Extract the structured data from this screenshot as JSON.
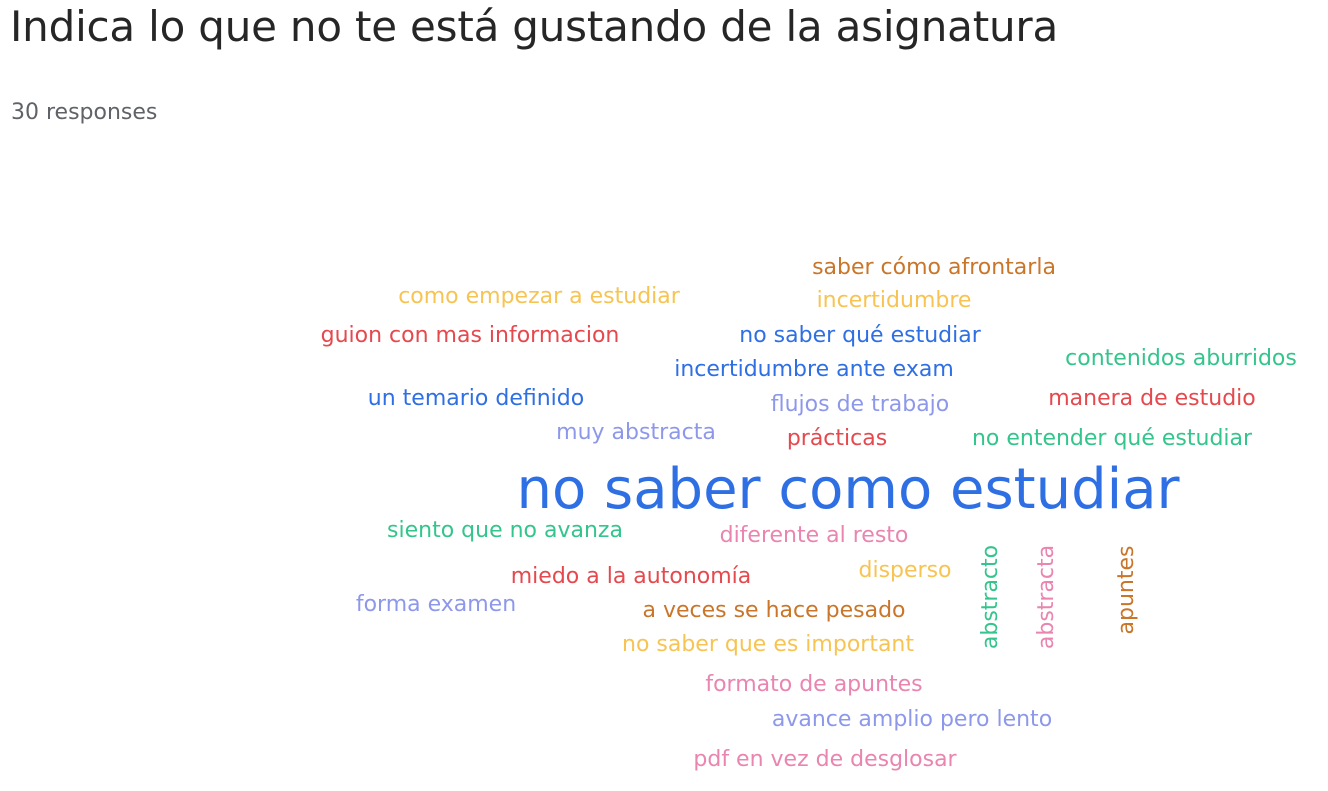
{
  "header": {
    "title": "Indica lo que no te está gustando de la asignatura",
    "responses": "30 responses"
  },
  "colors": {
    "orange": "#c9762a",
    "yellow": "#f7c453",
    "red": "#e5484d",
    "blue": "#2f6fe4",
    "green": "#34c58c",
    "lavender": "#8e98ea",
    "pink": "#e985b0"
  },
  "word_cloud": {
    "words": [
      {
        "text": "saber cómo afrontarla",
        "color": "orange",
        "weight": 2
      },
      {
        "text": "como empezar a estudiar",
        "color": "yellow",
        "weight": 2
      },
      {
        "text": "incertidumbre",
        "color": "yellow",
        "weight": 2
      },
      {
        "text": "guion con mas informacion",
        "color": "red",
        "weight": 2
      },
      {
        "text": "no saber qué estudiar",
        "color": "blue",
        "weight": 2
      },
      {
        "text": "contenidos aburridos",
        "color": "green",
        "weight": 2
      },
      {
        "text": "incertidumbre ante exam",
        "color": "blue",
        "weight": 2
      },
      {
        "text": "un temario definido",
        "color": "blue",
        "weight": 2
      },
      {
        "text": "flujos de trabajo",
        "color": "lavender",
        "weight": 2
      },
      {
        "text": "manera de estudio",
        "color": "red",
        "weight": 2
      },
      {
        "text": "muy abstracta",
        "color": "lavender",
        "weight": 2
      },
      {
        "text": "prácticas",
        "color": "red",
        "weight": 2
      },
      {
        "text": "no entender qué estudiar",
        "color": "green",
        "weight": 2
      },
      {
        "text": "no saber como estudiar",
        "color": "blue",
        "weight": 6
      },
      {
        "text": "siento que no avanza",
        "color": "green",
        "weight": 2
      },
      {
        "text": "diferente al resto",
        "color": "pink",
        "weight": 2
      },
      {
        "text": "abstracto",
        "color": "green",
        "weight": 2
      },
      {
        "text": "abstracta",
        "color": "pink",
        "weight": 2
      },
      {
        "text": "apuntes",
        "color": "orange",
        "weight": 2
      },
      {
        "text": "disperso",
        "color": "yellow",
        "weight": 2
      },
      {
        "text": "miedo a la autonomía",
        "color": "red",
        "weight": 2
      },
      {
        "text": "forma examen",
        "color": "lavender",
        "weight": 2
      },
      {
        "text": "a veces se hace pesado",
        "color": "orange",
        "weight": 2
      },
      {
        "text": "no saber que es important",
        "color": "yellow",
        "weight": 2
      },
      {
        "text": "formato de apuntes",
        "color": "pink",
        "weight": 2
      },
      {
        "text": "avance amplio pero lento",
        "color": "lavender",
        "weight": 2
      },
      {
        "text": "pdf en vez de desglosar",
        "color": "pink",
        "weight": 2
      }
    ]
  }
}
